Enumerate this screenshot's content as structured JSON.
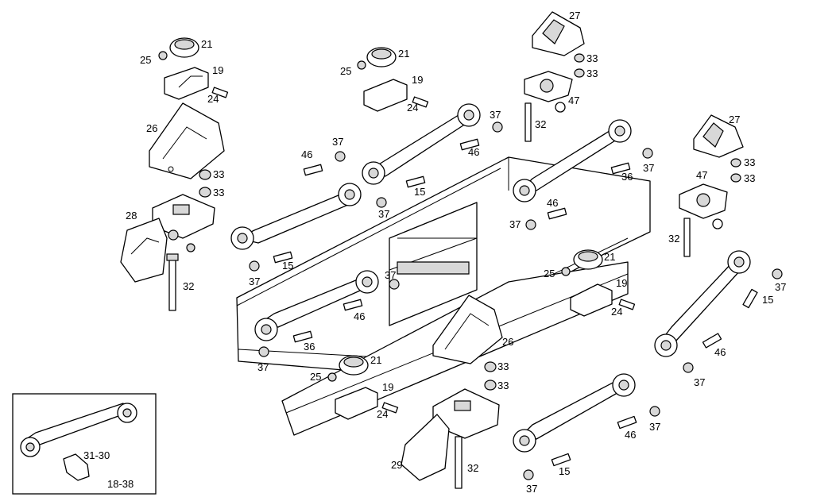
{
  "diagram": {
    "callouts": [
      "21",
      "25",
      "19",
      "24",
      "26",
      "33",
      "33",
      "28",
      "32",
      "27",
      "33",
      "33",
      "47",
      "32",
      "37",
      "46",
      "21",
      "25",
      "19",
      "24",
      "37",
      "46",
      "15",
      "37",
      "15",
      "37",
      "37",
      "46",
      "36",
      "37",
      "15",
      "37",
      "36",
      "37",
      "46",
      "21",
      "25",
      "19",
      "24",
      "26",
      "33",
      "33",
      "21",
      "25",
      "19",
      "24",
      "29",
      "32",
      "46",
      "37",
      "15",
      "37",
      "27",
      "33",
      "33",
      "47",
      "32",
      "37",
      "15",
      "46",
      "37"
    ],
    "inset": {
      "part_label": "31-30",
      "range_label": "18-38"
    }
  }
}
